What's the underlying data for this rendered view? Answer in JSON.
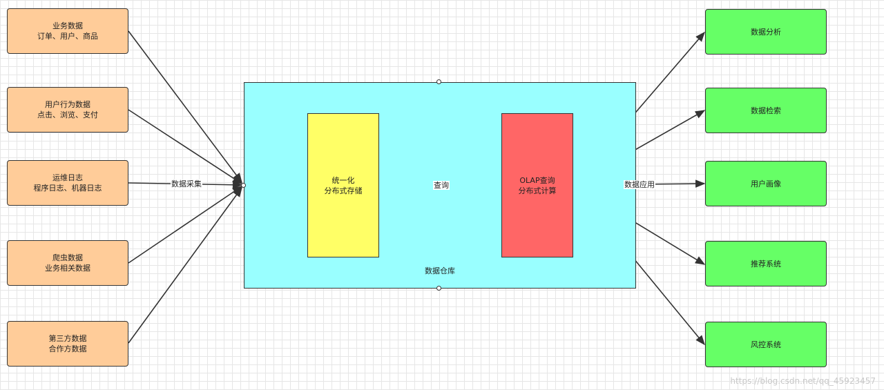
{
  "sources": [
    {
      "line1": "业务数据",
      "line2": "订单、用户、商品"
    },
    {
      "line1": "用户行为数据",
      "line2": "点击、浏览、支付"
    },
    {
      "line1": "运维日志",
      "line2": "程序日志、机器日志"
    },
    {
      "line1": "爬虫数据",
      "line2": "业务相关数据"
    },
    {
      "line1": "第三方数据",
      "line2": "合作方数据"
    }
  ],
  "warehouse": {
    "label": "数据仓库",
    "storage": {
      "line1": "统一化",
      "line2": "分布式存储"
    },
    "olap": {
      "line1": "OLAP查询",
      "line2": "分布式计算"
    }
  },
  "edges": {
    "collect": "数据采集",
    "query": "查询",
    "apply": "数据应用"
  },
  "targets": [
    "数据分析",
    "数据检索",
    "用户画像",
    "推荐系统",
    "风控系统"
  ],
  "watermark": "https://blog.csdn.net/qq_45923457"
}
